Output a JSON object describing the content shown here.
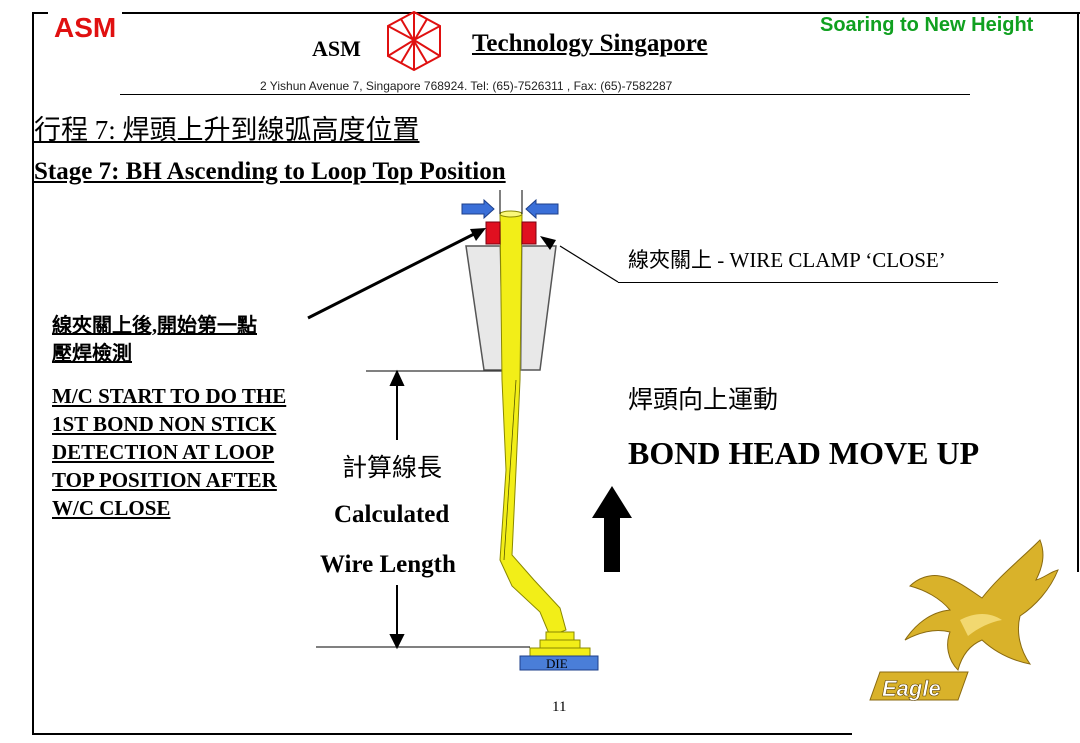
{
  "header": {
    "logo_text": "ASM",
    "slogan": "Soaring to New Height",
    "company_prefix": "ASM",
    "company_name": "Technology Singapore",
    "address": "2 Yishun Avenue 7,  Singapore 768924.  Tel: (65)-7526311 , Fax: (65)-7582287"
  },
  "slide": {
    "title_cn": "行程 7: 焊頭上升到線弧高度位置",
    "title_en": "Stage 7: BH Ascending to Loop Top Position",
    "clamp_label": "線夾關上 - WIRE CLAMP ‘CLOSE’",
    "note_cn_line1": "線夾關上後,開始第一點",
    "note_cn_line2": "壓焊檢測",
    "note_en_line1": "M/C START TO DO THE",
    "note_en_line2": "1ST BOND NON STICK",
    "note_en_line3": "DETECTION AT LOOP",
    "note_en_line4": "TOP POSITION AFTER",
    "note_en_line5": "W/C CLOSE",
    "calc_cn": "計算線長",
    "calc_en_line1": "Calculated",
    "calc_en_line2": "Wire Length",
    "move_cn": "焊頭向上運動",
    "move_en": "BOND HEAD MOVE UP",
    "die_label": "DIE",
    "eagle_label": "Eagle",
    "page_number": "11"
  },
  "colors": {
    "logo_red": "#e01010",
    "slogan_green": "#10a020",
    "wire_yellow": "#f2ee18",
    "clamp_red": "#e01020",
    "arrow_blue": "#3a6fd8",
    "die_blue": "#4a7ed8",
    "eagle_gold": "#d9b22a"
  }
}
